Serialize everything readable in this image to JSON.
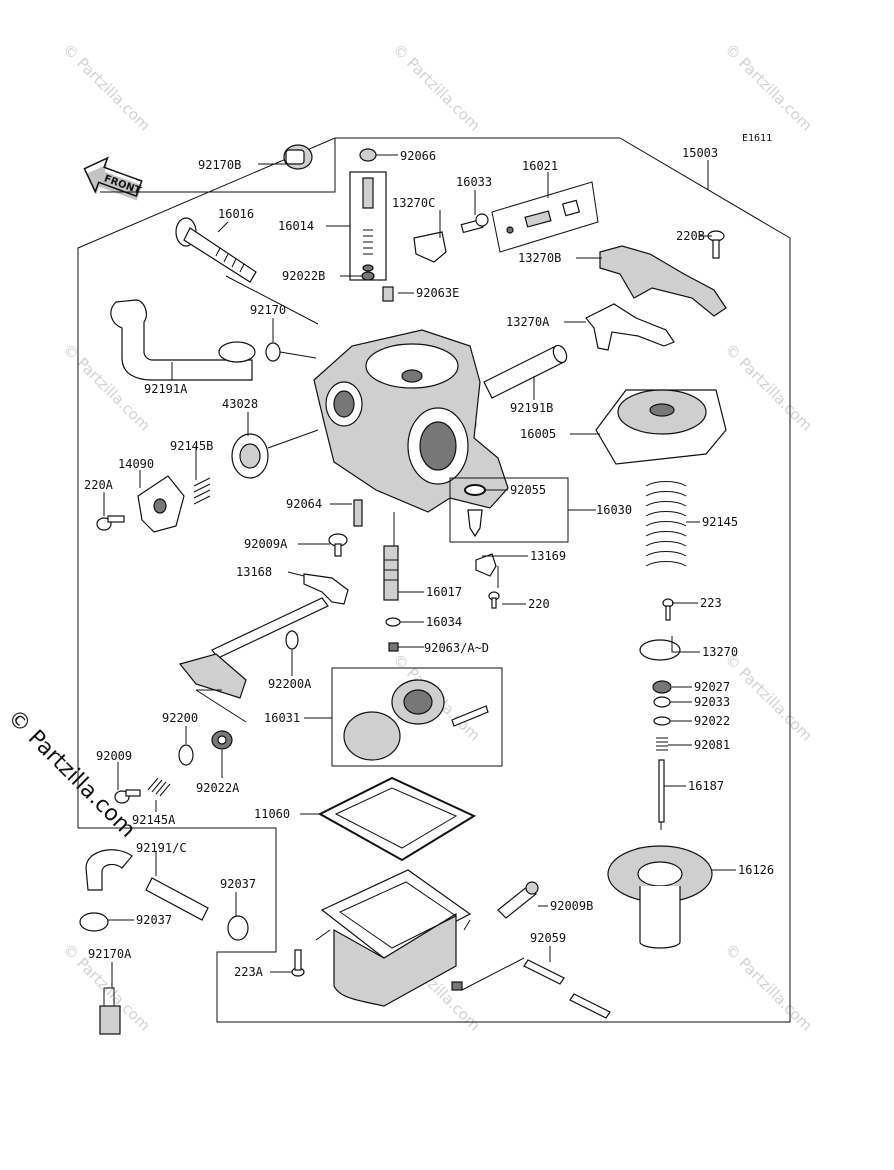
{
  "diagram_code": "E1611",
  "front_label": "FRONT",
  "side_watermark": "© Partzilla.com",
  "bg_watermark": "© Partzilla.com",
  "parts": [
    {
      "id": "p-92170b",
      "text": "92170B"
    },
    {
      "id": "p-92066",
      "text": "92066"
    },
    {
      "id": "p-16021",
      "text": "16021"
    },
    {
      "id": "p-15003",
      "text": "15003"
    },
    {
      "id": "p-16033",
      "text": "16033"
    },
    {
      "id": "p-13270c",
      "text": "13270C"
    },
    {
      "id": "p-16016",
      "text": "16016"
    },
    {
      "id": "p-16014",
      "text": "16014"
    },
    {
      "id": "p-220b",
      "text": "220B"
    },
    {
      "id": "p-92022b",
      "text": "92022B"
    },
    {
      "id": "p-13270b",
      "text": "13270B"
    },
    {
      "id": "p-92063e",
      "text": "92063E"
    },
    {
      "id": "p-92170",
      "text": "92170"
    },
    {
      "id": "p-13270a",
      "text": "13270A"
    },
    {
      "id": "p-92191a",
      "text": "92191A"
    },
    {
      "id": "p-92191b",
      "text": "92191B"
    },
    {
      "id": "p-43028",
      "text": "43028"
    },
    {
      "id": "p-16005",
      "text": "16005"
    },
    {
      "id": "p-92145b",
      "text": "92145B"
    },
    {
      "id": "p-14090",
      "text": "14090"
    },
    {
      "id": "p-220a",
      "text": "220A"
    },
    {
      "id": "p-92055",
      "text": "92055"
    },
    {
      "id": "p-92064",
      "text": "92064"
    },
    {
      "id": "p-16030",
      "text": "16030"
    },
    {
      "id": "p-92145",
      "text": "92145"
    },
    {
      "id": "p-92009a",
      "text": "92009A"
    },
    {
      "id": "p-13169",
      "text": "13169"
    },
    {
      "id": "p-13168",
      "text": "13168"
    },
    {
      "id": "p-16017",
      "text": "16017"
    },
    {
      "id": "p-220",
      "text": "220"
    },
    {
      "id": "p-223",
      "text": "223"
    },
    {
      "id": "p-16034",
      "text": "16034"
    },
    {
      "id": "p-92063ad",
      "text": "92063/A~D"
    },
    {
      "id": "p-13270",
      "text": "13270"
    },
    {
      "id": "p-92200a",
      "text": "92200A"
    },
    {
      "id": "p-92027",
      "text": "92027"
    },
    {
      "id": "p-92033",
      "text": "92033"
    },
    {
      "id": "p-16031",
      "text": "16031"
    },
    {
      "id": "p-92022",
      "text": "92022"
    },
    {
      "id": "p-92200",
      "text": "92200"
    },
    {
      "id": "p-92081",
      "text": "92081"
    },
    {
      "id": "p-92009",
      "text": "92009"
    },
    {
      "id": "p-92022a",
      "text": "92022A"
    },
    {
      "id": "p-16187",
      "text": "16187"
    },
    {
      "id": "p-92145a",
      "text": "92145A"
    },
    {
      "id": "p-11060",
      "text": "11060"
    },
    {
      "id": "p-92191c",
      "text": "92191/C"
    },
    {
      "id": "p-16126",
      "text": "16126"
    },
    {
      "id": "p-92037a",
      "text": "92037"
    },
    {
      "id": "p-92037b",
      "text": "92037"
    },
    {
      "id": "p-92009b",
      "text": "92009B"
    },
    {
      "id": "p-92059",
      "text": "92059"
    },
    {
      "id": "p-92170a",
      "text": "92170A"
    },
    {
      "id": "p-223a",
      "text": "223A"
    }
  ]
}
